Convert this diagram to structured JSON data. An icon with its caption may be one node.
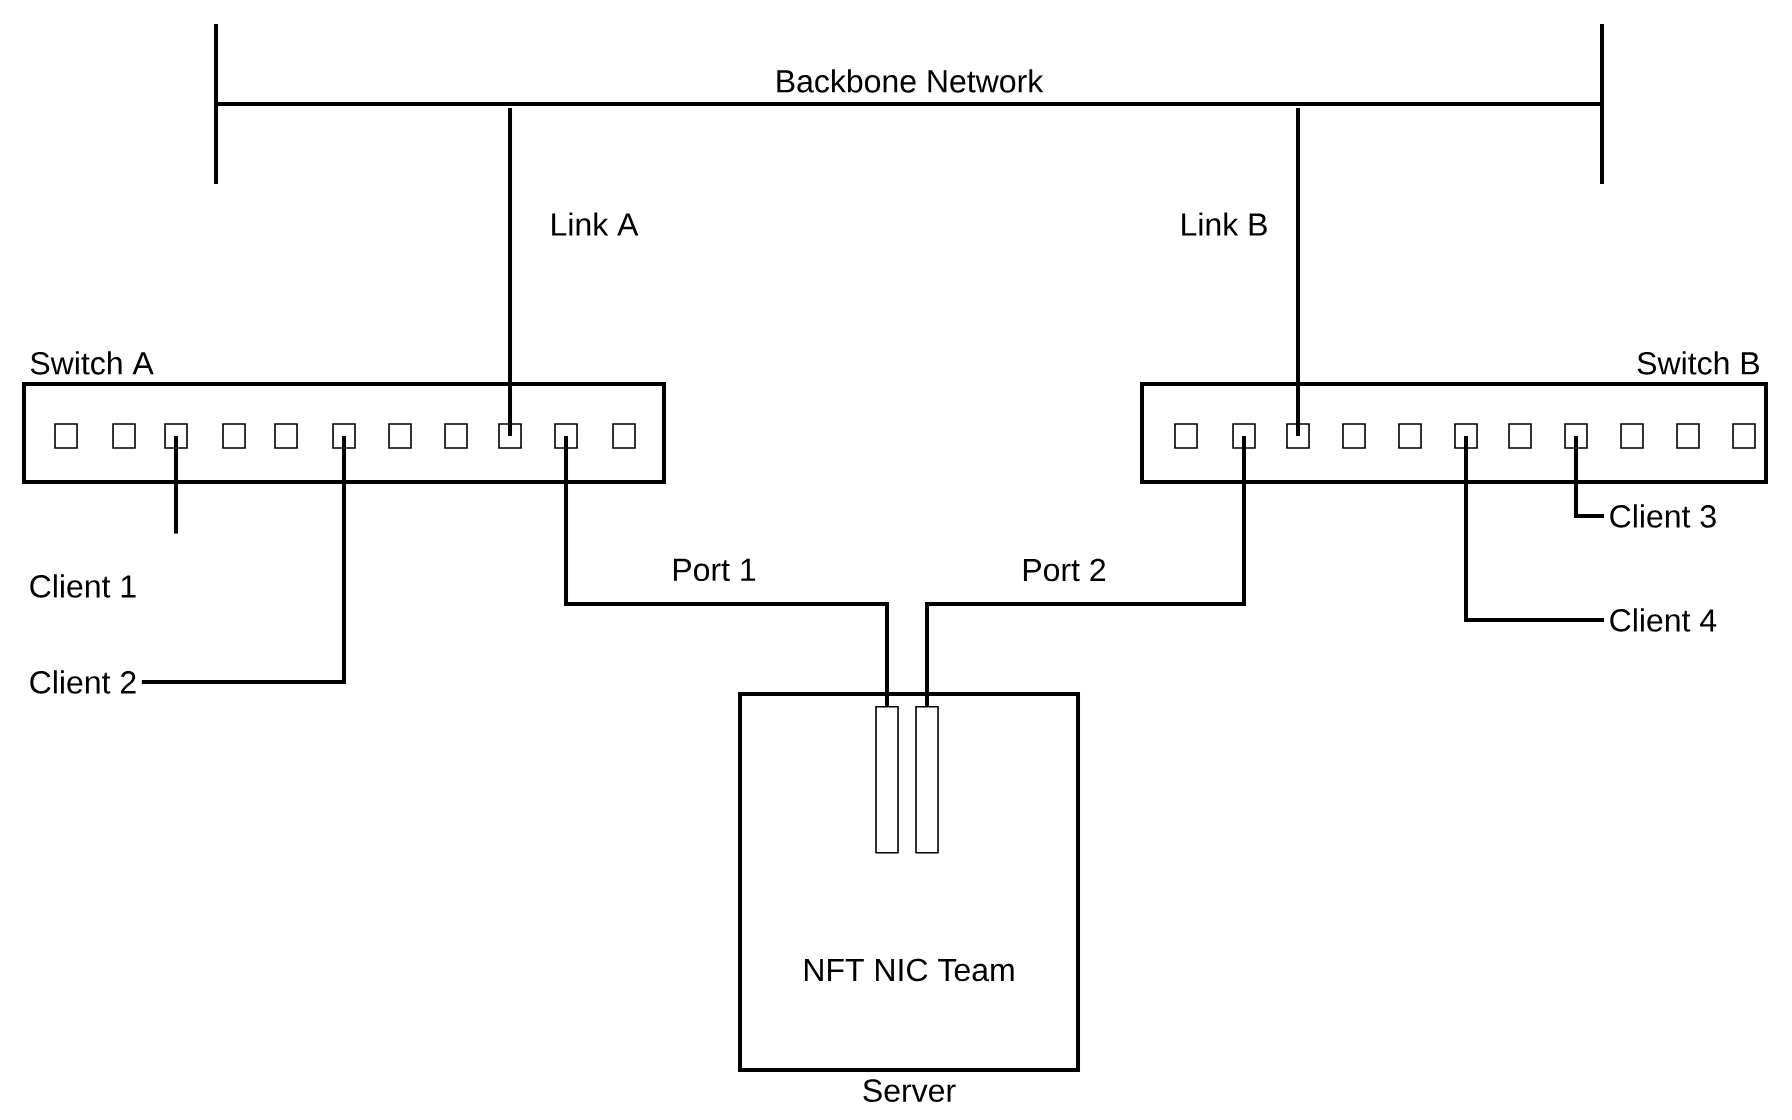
{
  "diagram": {
    "nodes": [
      {
        "text": [
          "Backbone Network"
        ]
      },
      {
        "text": [
          "Switch A"
        ]
      },
      {
        "text": [
          "Switch B"
        ]
      },
      {
        "text": [
          "NFT NIC Team"
        ],
        "beside": [
          "Server"
        ]
      },
      {
        "text": [],
        "shape": "bar",
        "in": 3
      },
      {
        "text": [],
        "shape": "bar",
        "in": 3
      },
      {
        "text": [
          "Client 1"
        ]
      },
      {
        "text": [
          "Client 2"
        ]
      },
      {
        "text": [
          "Client 3"
        ]
      },
      {
        "text": [
          "Client 4"
        ]
      }
    ],
    "edges": [
      {
        "from": 0,
        "to": 1,
        "arrow": "none",
        "label": "Link A"
      },
      {
        "from": 0,
        "to": 2,
        "arrow": "none",
        "label": "Link B"
      },
      {
        "from": 1,
        "to": 4,
        "arrow": "none",
        "label": "Port 1"
      },
      {
        "from": 2,
        "to": 5,
        "arrow": "none",
        "label": "Port 2"
      },
      {
        "from": 1,
        "to": 6,
        "arrow": "none"
      },
      {
        "from": 1,
        "to": 7,
        "arrow": "none"
      },
      {
        "from": 2,
        "to": 8,
        "arrow": "none"
      },
      {
        "from": 2,
        "to": 9,
        "arrow": "none"
      }
    ]
  }
}
